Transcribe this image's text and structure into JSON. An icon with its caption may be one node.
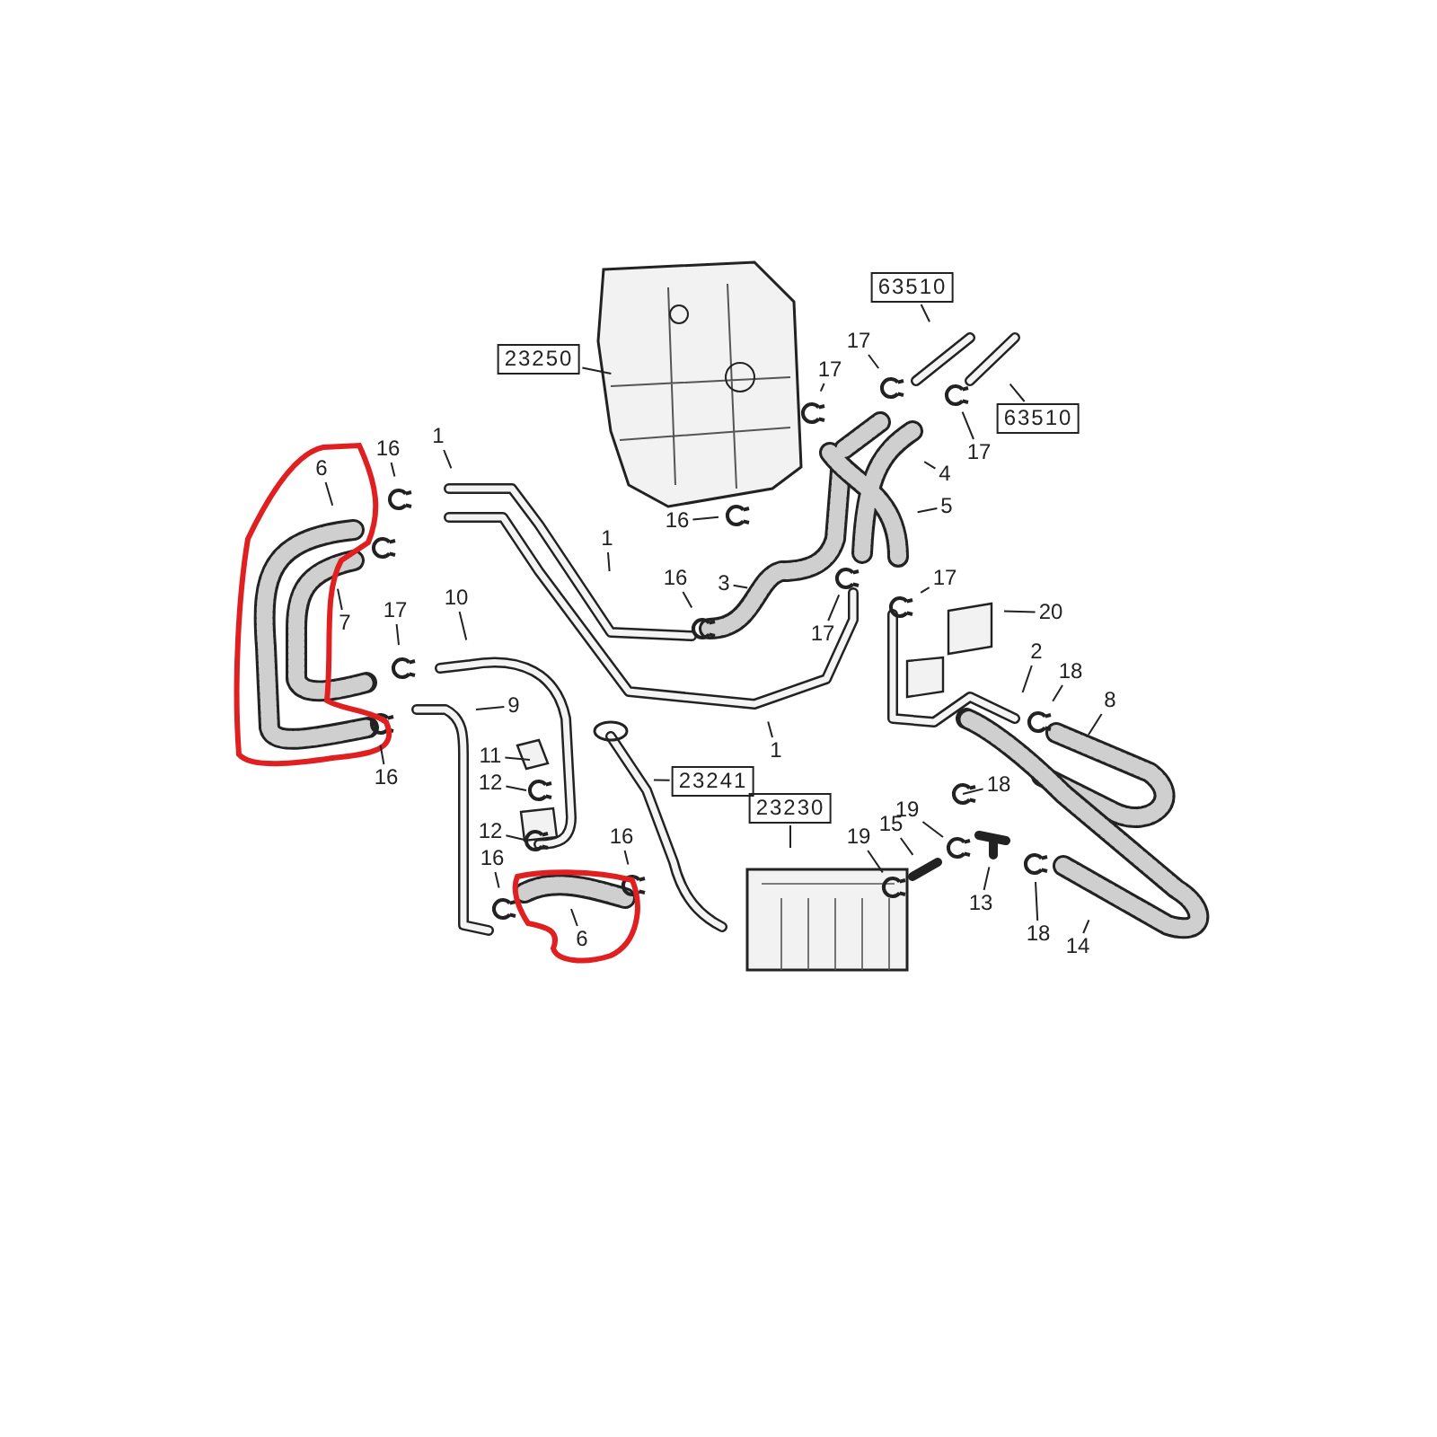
{
  "diagram": {
    "nodes": [
      {
        "text": [
          "63510"
        ]
      },
      {
        "text": [
          "17"
        ]
      },
      {
        "text": [
          "23250"
        ]
      },
      {
        "text": [
          "17"
        ]
      },
      {
        "text": [
          "63510"
        ]
      },
      {
        "text": [
          "1"
        ]
      },
      {
        "text": [
          "16"
        ]
      },
      {
        "text": [
          "17"
        ]
      },
      {
        "text": [
          "6"
        ]
      },
      {
        "text": [
          "4"
        ]
      },
      {
        "text": [
          "5"
        ]
      },
      {
        "text": [
          "1"
        ]
      },
      {
        "text": [
          "16"
        ]
      },
      {
        "text": [
          "3"
        ]
      },
      {
        "text": [
          "16"
        ]
      },
      {
        "text": [
          "17"
        ]
      },
      {
        "text": [
          "10"
        ]
      },
      {
        "text": [
          "17"
        ]
      },
      {
        "text": [
          "20"
        ]
      },
      {
        "text": [
          "7"
        ]
      },
      {
        "text": [
          "17"
        ]
      },
      {
        "text": [
          "2"
        ]
      },
      {
        "text": [
          "18"
        ]
      },
      {
        "text": [
          "8"
        ]
      },
      {
        "text": [
          "9"
        ]
      },
      {
        "text": [
          "1"
        ]
      },
      {
        "text": [
          "11"
        ]
      },
      {
        "text": [
          "16"
        ]
      },
      {
        "text": [
          "23241"
        ]
      },
      {
        "text": [
          "12"
        ]
      },
      {
        "text": [
          "18"
        ]
      },
      {
        "text": [
          "23230"
        ]
      },
      {
        "text": [
          "19"
        ]
      },
      {
        "text": [
          "15"
        ]
      },
      {
        "text": [
          "12"
        ]
      },
      {
        "text": [
          "16"
        ]
      },
      {
        "text": [
          "19"
        ]
      },
      {
        "text": [
          "16"
        ]
      },
      {
        "text": [
          "13"
        ]
      },
      {
        "text": [
          "18"
        ]
      },
      {
        "text": [
          "6"
        ]
      },
      {
        "text": [
          "14"
        ]
      }
    ],
    "edges": [
      {
        "from": 0,
        "to": null,
        "arrow": "none"
      },
      {
        "from": 1,
        "to": null,
        "arrow": "none"
      },
      {
        "from": 2,
        "to": null,
        "arrow": "none"
      },
      {
        "from": 3,
        "to": null,
        "arrow": "none"
      },
      {
        "from": 4,
        "to": null,
        "arrow": "none"
      },
      {
        "from": 5,
        "to": null,
        "arrow": "none"
      },
      {
        "from": 6,
        "to": null,
        "arrow": "none"
      },
      {
        "from": 7,
        "to": null,
        "arrow": "none"
      },
      {
        "from": 8,
        "to": null,
        "arrow": "none"
      },
      {
        "from": 9,
        "to": null,
        "arrow": "none"
      },
      {
        "from": 10,
        "to": null,
        "arrow": "none"
      },
      {
        "from": 11,
        "to": null,
        "arrow": "none"
      },
      {
        "from": 12,
        "to": null,
        "arrow": "none"
      },
      {
        "from": 13,
        "to": null,
        "arrow": "none"
      },
      {
        "from": 14,
        "to": null,
        "arrow": "none"
      },
      {
        "from": 15,
        "to": null,
        "arrow": "none"
      },
      {
        "from": 16,
        "to": null,
        "arrow": "none"
      },
      {
        "from": 17,
        "to": null,
        "arrow": "none"
      },
      {
        "from": 18,
        "to": null,
        "arrow": "none"
      },
      {
        "from": 19,
        "to": null,
        "arrow": "none"
      },
      {
        "from": 20,
        "to": null,
        "arrow": "none"
      },
      {
        "from": 21,
        "to": null,
        "arrow": "none"
      },
      {
        "from": 22,
        "to": null,
        "arrow": "none"
      },
      {
        "from": 23,
        "to": null,
        "arrow": "none"
      },
      {
        "from": 24,
        "to": null,
        "arrow": "none"
      },
      {
        "from": 25,
        "to": null,
        "arrow": "none"
      },
      {
        "from": 26,
        "to": null,
        "arrow": "none"
      },
      {
        "from": 27,
        "to": null,
        "arrow": "none"
      },
      {
        "from": 28,
        "to": null,
        "arrow": "none"
      },
      {
        "from": 29,
        "to": null,
        "arrow": "none"
      },
      {
        "from": 30,
        "to": null,
        "arrow": "none"
      },
      {
        "from": 31,
        "to": null,
        "arrow": "none"
      },
      {
        "from": 32,
        "to": null,
        "arrow": "none"
      },
      {
        "from": 33,
        "to": null,
        "arrow": "none"
      },
      {
        "from": 34,
        "to": null,
        "arrow": "none"
      },
      {
        "from": 35,
        "to": null,
        "arrow": "none"
      },
      {
        "from": 36,
        "to": null,
        "arrow": "none"
      },
      {
        "from": 37,
        "to": null,
        "arrow": "none"
      },
      {
        "from": 38,
        "to": null,
        "arrow": "none"
      },
      {
        "from": 39,
        "to": null,
        "arrow": "none"
      },
      {
        "from": 40,
        "to": null,
        "arrow": "none"
      },
      {
        "from": 41,
        "to": null,
        "arrow": "none"
      }
    ]
  }
}
